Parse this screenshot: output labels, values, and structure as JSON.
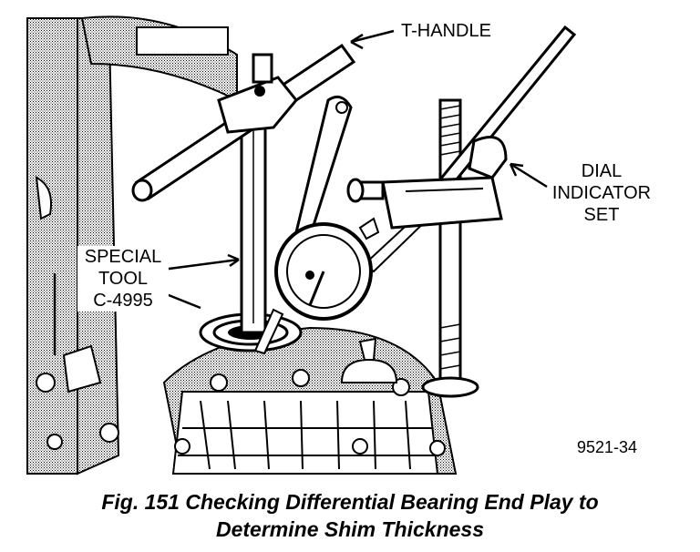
{
  "labels": {
    "t_handle": "T-HANDLE",
    "dial_line1": "DIAL",
    "dial_line2": "INDICATOR",
    "dial_line3": "SET",
    "tool_line1": "SPECIAL",
    "tool_line2": "TOOL",
    "tool_line3": "C-4995"
  },
  "figure_number": "9521-34",
  "caption": {
    "line1": "Fig. 151 Checking Differential Bearing End Play to",
    "line2": "Determine Shim Thickness"
  },
  "colors": {
    "ink": "#000000",
    "shade": "#bdbdbd",
    "paper": "#ffffff"
  }
}
